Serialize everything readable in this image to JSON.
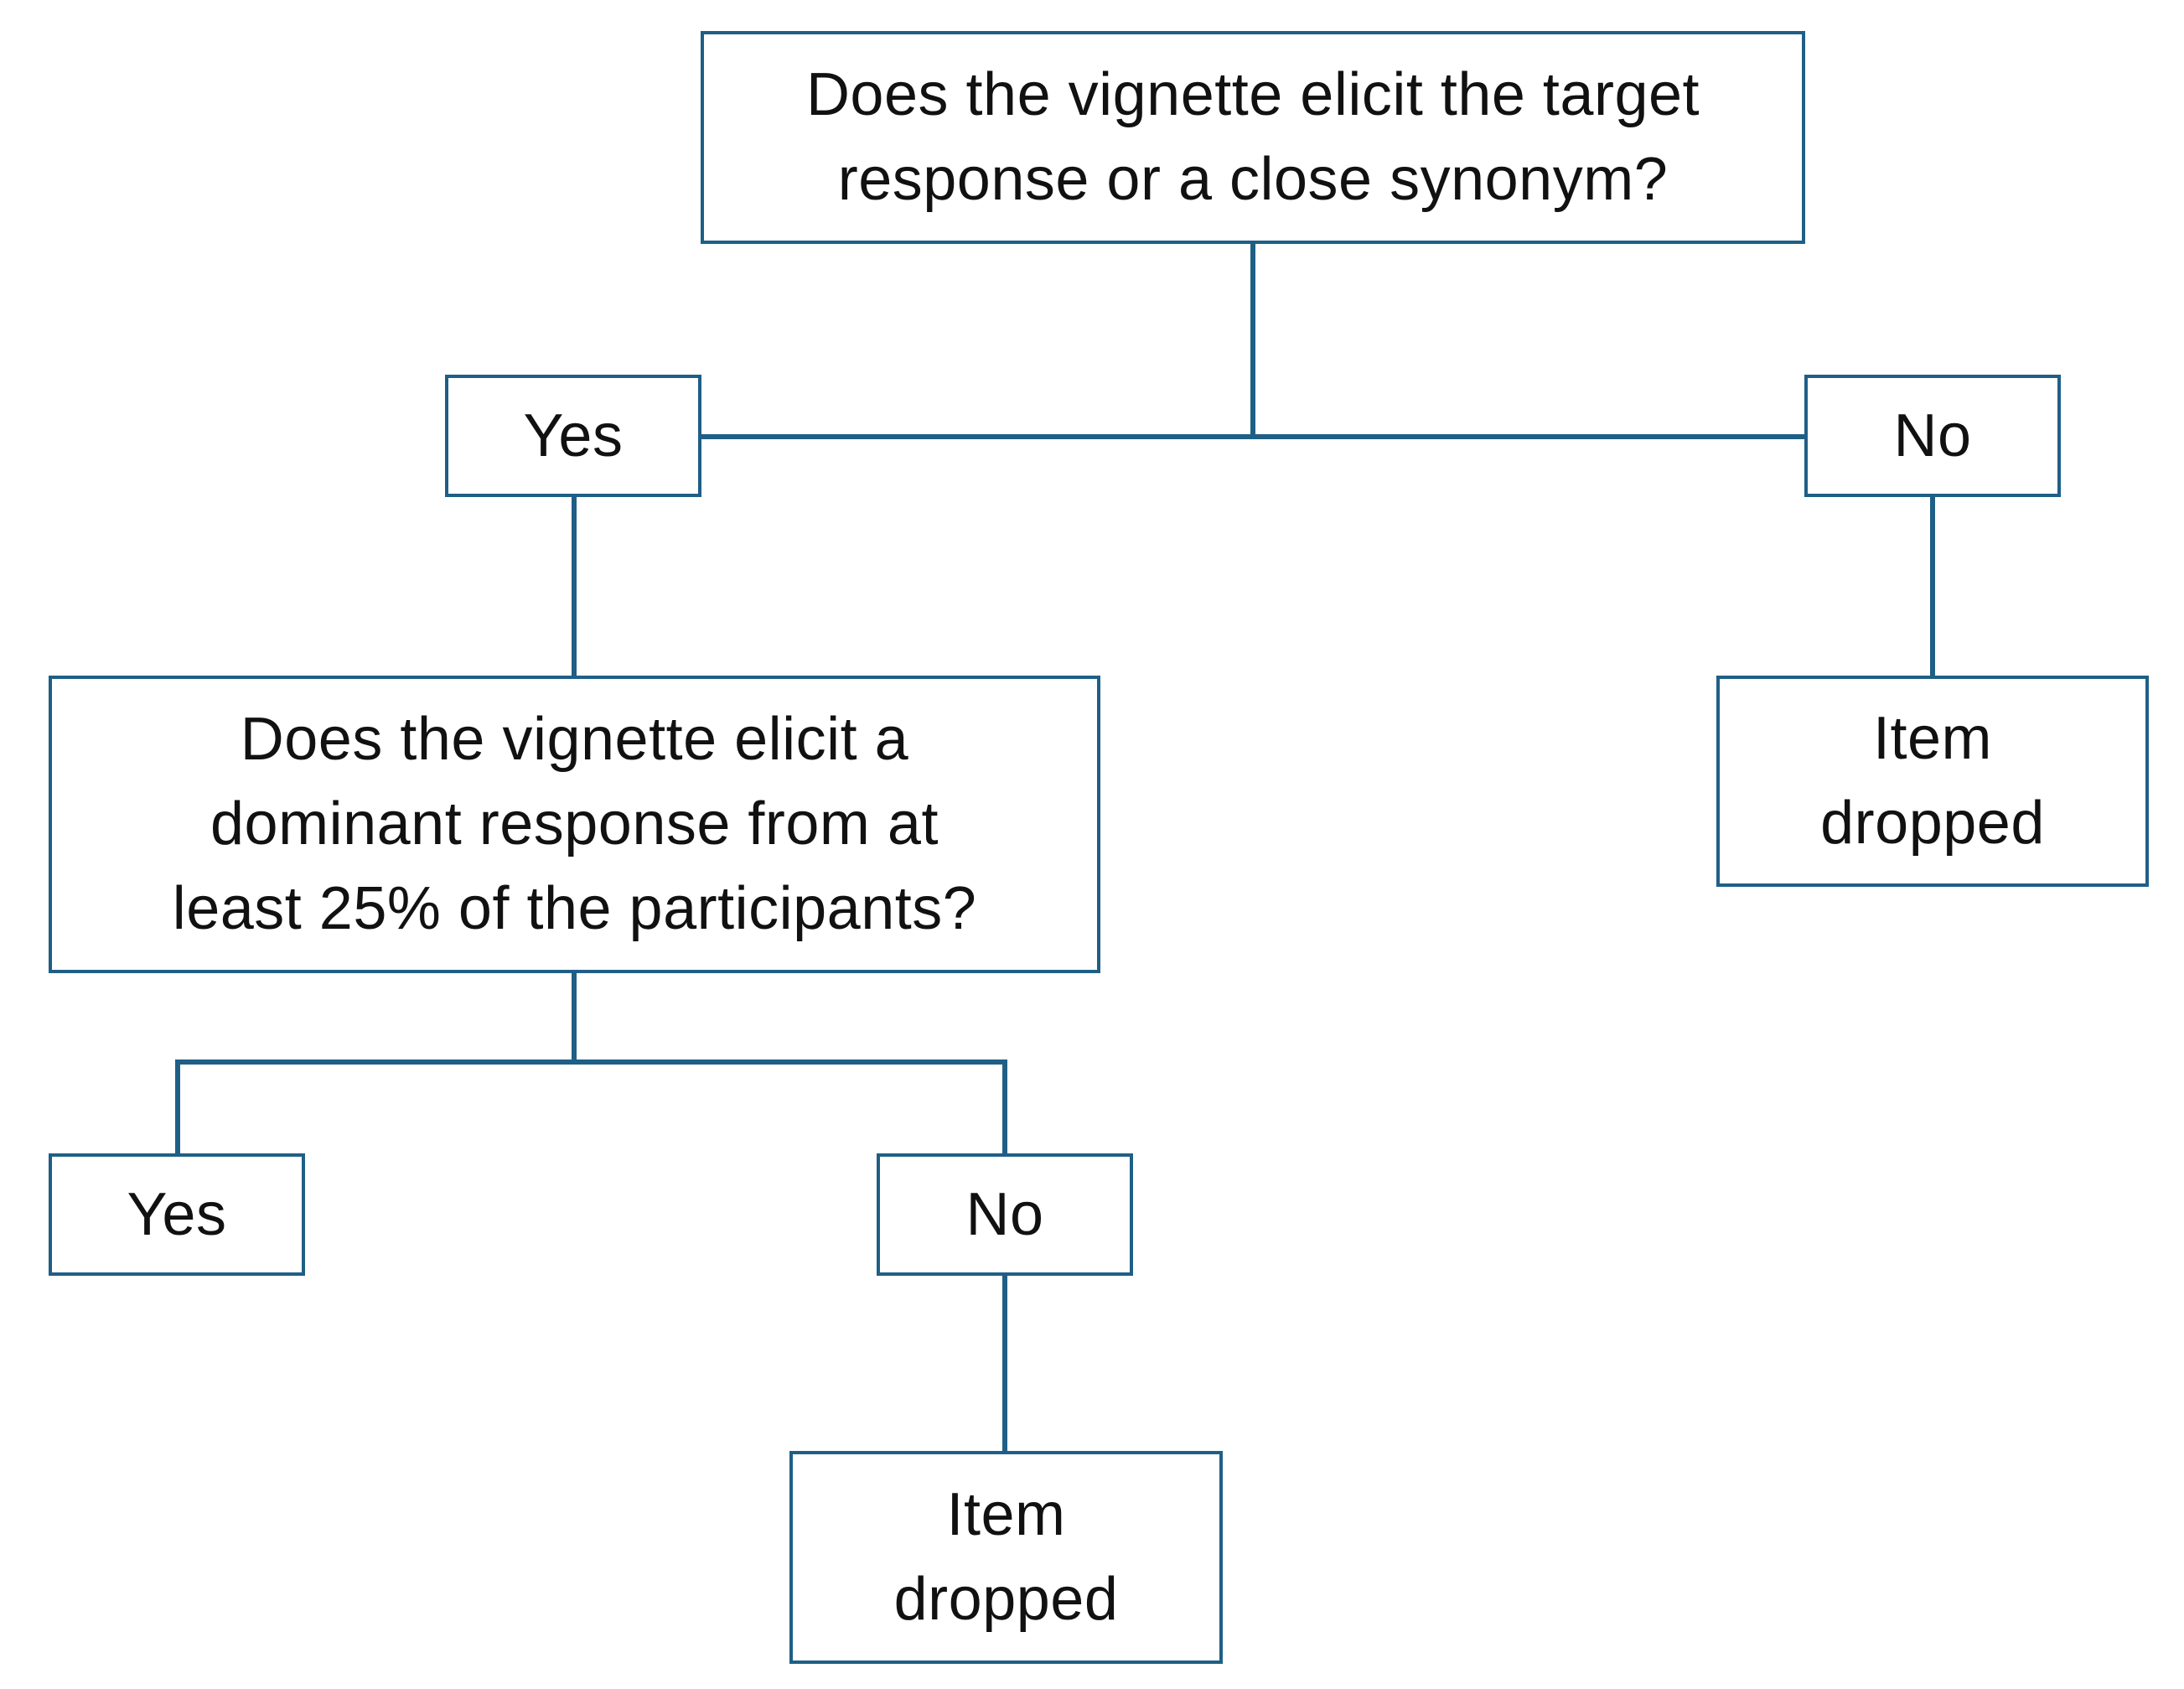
{
  "colors": {
    "stroke": "#1f5f86",
    "text": "#111111",
    "background": "#ffffff"
  },
  "nodes": {
    "q1": {
      "lines": [
        "Does the vignette elicit the target",
        "response or a close synonym?"
      ]
    },
    "q1_yes": {
      "label": "Yes"
    },
    "q1_no": {
      "label": "No"
    },
    "q1_no_result": {
      "lines": [
        "Item",
        "dropped"
      ]
    },
    "q2": {
      "lines": [
        "Does the vignette elicit a",
        "dominant response from at",
        "least 25% of the participants?"
      ]
    },
    "q2_yes": {
      "label": "Yes"
    },
    "q2_no": {
      "label": "No"
    },
    "q2_no_result": {
      "lines": [
        "Item",
        "dropped"
      ]
    }
  }
}
